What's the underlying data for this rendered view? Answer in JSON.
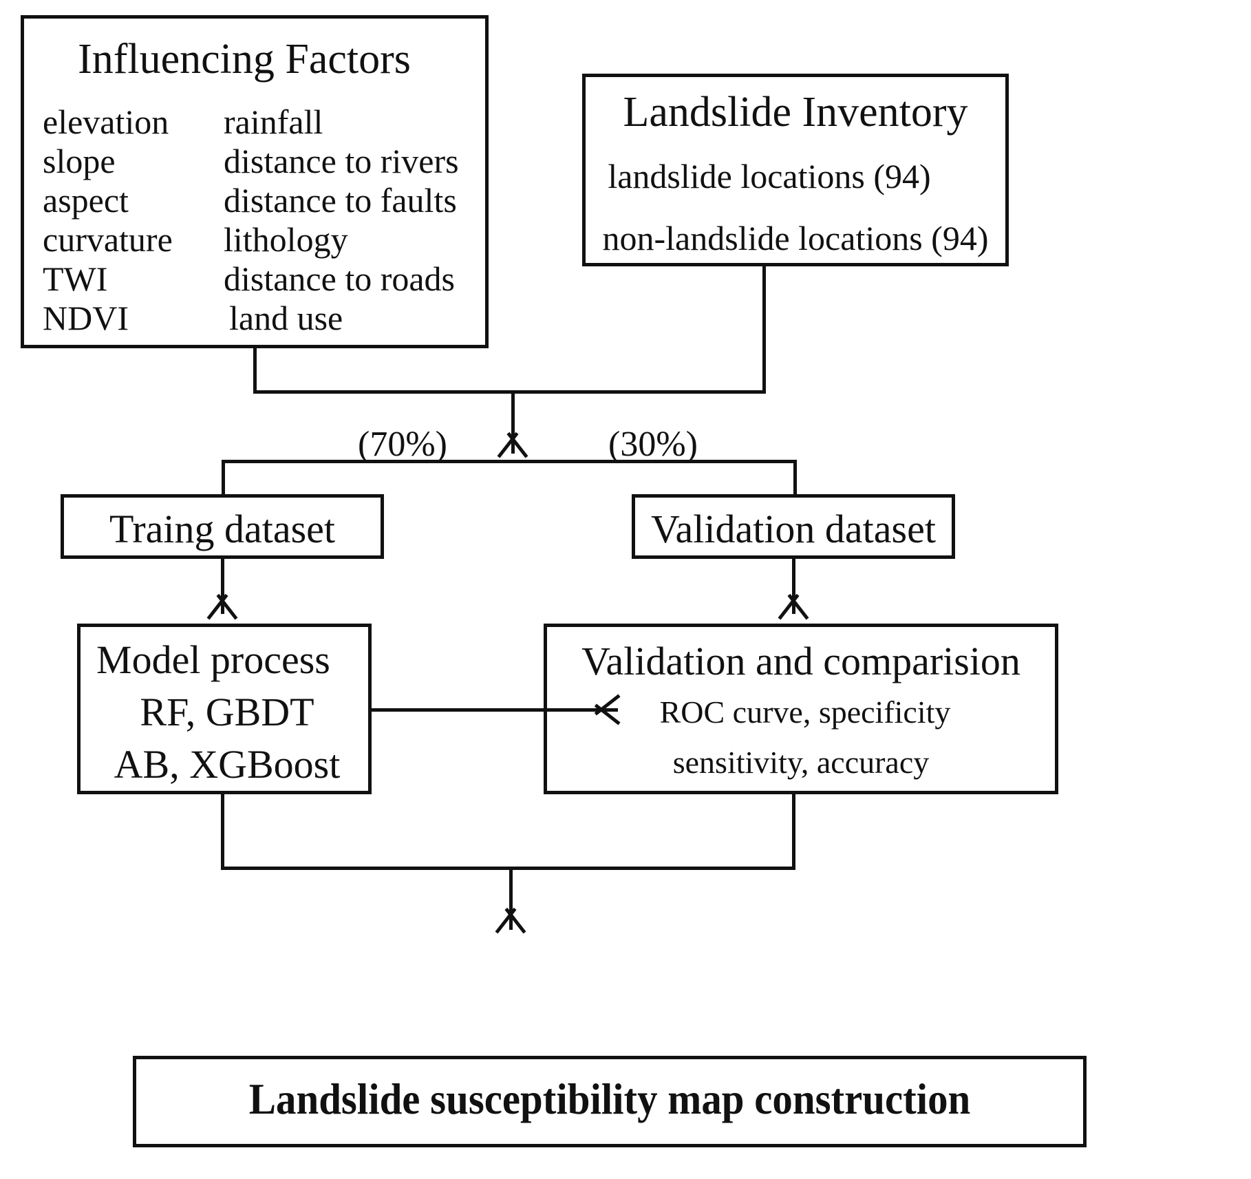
{
  "figure": {
    "type": "flowchart",
    "subject": "Landslide susceptibility modelling workflow"
  },
  "influencing_factors": {
    "title": "Influencing Factors",
    "column_left": [
      "elevation",
      "slope",
      "aspect",
      "curvature",
      "TWI",
      "NDVI"
    ],
    "column_right": [
      "rainfall",
      "distance to rivers",
      "distance to faults",
      "lithology",
      "distance to roads",
      "land use"
    ]
  },
  "landslide_inventory": {
    "title": "Landslide Inventory",
    "lines": [
      "landslide locations (94)",
      "non-landslide locations (94)"
    ]
  },
  "split": {
    "train_label": "(70%)",
    "validation_label": "(30%)"
  },
  "training_dataset": {
    "label": "Traing dataset"
  },
  "validation_dataset": {
    "label": "Validation dataset"
  },
  "model_process": {
    "title": "Model process",
    "lines": [
      "RF, GBDT",
      "AB, XGBoost"
    ]
  },
  "validation_comparison": {
    "title": "Validation and comparision",
    "lines": [
      "ROC curve, specificity",
      "sensitivity, accuracy"
    ]
  },
  "output": {
    "label": "Landslide susceptibility map construction"
  },
  "colors": {
    "stroke": "#111111",
    "background": "#ffffff",
    "text": "#111111"
  }
}
